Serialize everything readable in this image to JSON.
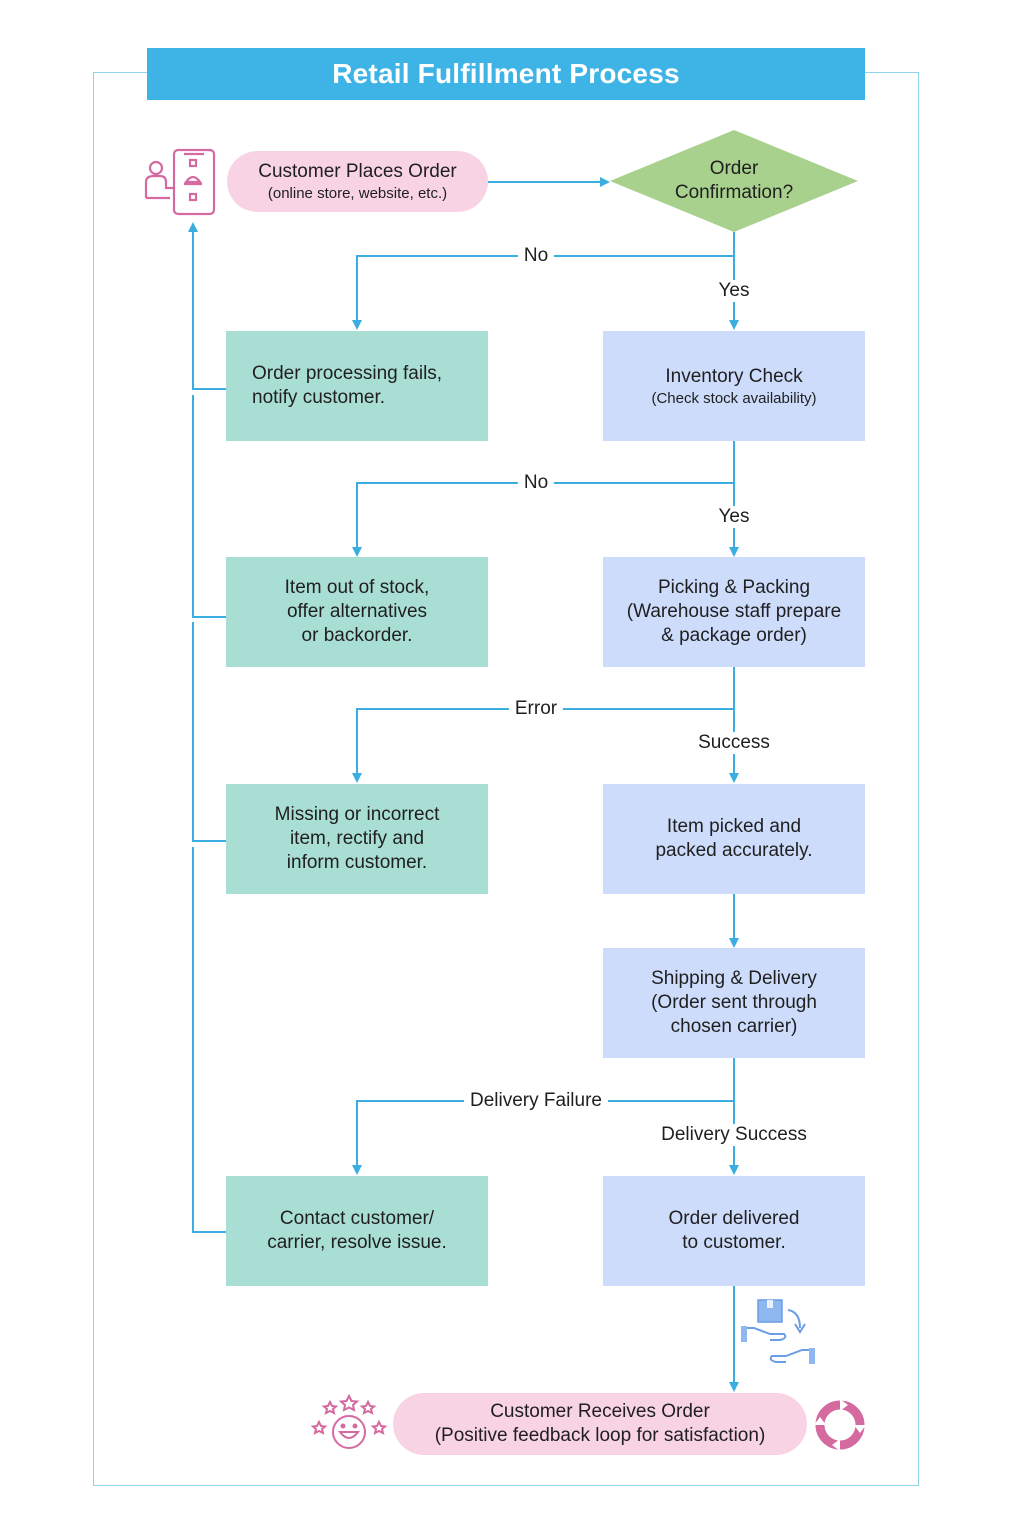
{
  "title": "Retail Fulfillment Process",
  "start": {
    "title": "Customer Places Order",
    "subtitle": "(online store, website, etc.)"
  },
  "decision": {
    "line1": "Order",
    "line2": "Confirmation?"
  },
  "labels": {
    "no1": "No",
    "yes1": "Yes",
    "no2": "No",
    "yes2": "Yes",
    "error": "Error",
    "success": "Success",
    "delivery_failure": "Delivery Failure",
    "delivery_success": "Delivery Success"
  },
  "boxes": {
    "order_fail": [
      "Order processing fails,",
      "notify customer."
    ],
    "inventory": {
      "title": "Inventory Check",
      "subtitle": "(Check stock availability)"
    },
    "out_of_stock": [
      "Item out of stock,",
      "offer alternatives",
      "or backorder."
    ],
    "picking": [
      "Picking & Packing",
      "(Warehouse staff prepare",
      "& package order)"
    ],
    "missing": [
      "Missing or incorrect",
      "item, rectify and",
      "inform customer."
    ],
    "picked": [
      "Item picked and",
      "packed accurately."
    ],
    "shipping": [
      "Shipping & Delivery",
      "(Order sent through",
      "chosen carrier)"
    ],
    "contact": [
      "Contact customer/",
      "carrier, resolve issue."
    ],
    "delivered": [
      "Order delivered",
      "to customer."
    ]
  },
  "end": {
    "line1": "Customer Receives Order",
    "line2": "(Positive feedback loop for satisfaction)"
  },
  "icons": [
    "customer-ordering-icon",
    "package-handover-icon",
    "happy-stars-icon",
    "feedback-loop-icon"
  ],
  "colors": {
    "accent": "#3db4e5",
    "line": "#3aaee0",
    "decision": "#a9d18e",
    "process": "#cddcfb",
    "exception": "#a9ded5",
    "terminal": "#f7d3e4",
    "icon_pink": "#d46aa0"
  }
}
